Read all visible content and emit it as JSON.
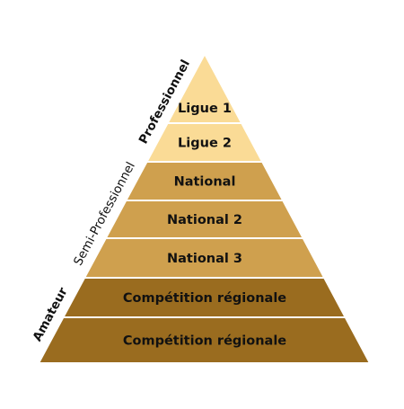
{
  "pyramid": {
    "tiers": [
      {
        "label": "Ligue 1",
        "color": "#FADB96"
      },
      {
        "label": "Ligue 2",
        "color": "#FADB96"
      },
      {
        "label": "National",
        "color": "#CFA04E"
      },
      {
        "label": "National 2",
        "color": "#CFA04E"
      },
      {
        "label": "National 3",
        "color": "#CFA04E"
      },
      {
        "label": "Compétition régionale",
        "color": "#9A6C1F"
      },
      {
        "label": "Compétition régionale",
        "color": "#9A6C1F"
      }
    ],
    "separator_color": "#FFFFFF"
  },
  "groups": [
    {
      "label": "Professionnel",
      "tiers": [
        0,
        1
      ]
    },
    {
      "label": "Semi-Professionnel",
      "tiers": [
        2,
        3,
        4
      ]
    },
    {
      "label": "Amateur",
      "tiers": [
        5,
        6
      ]
    }
  ]
}
